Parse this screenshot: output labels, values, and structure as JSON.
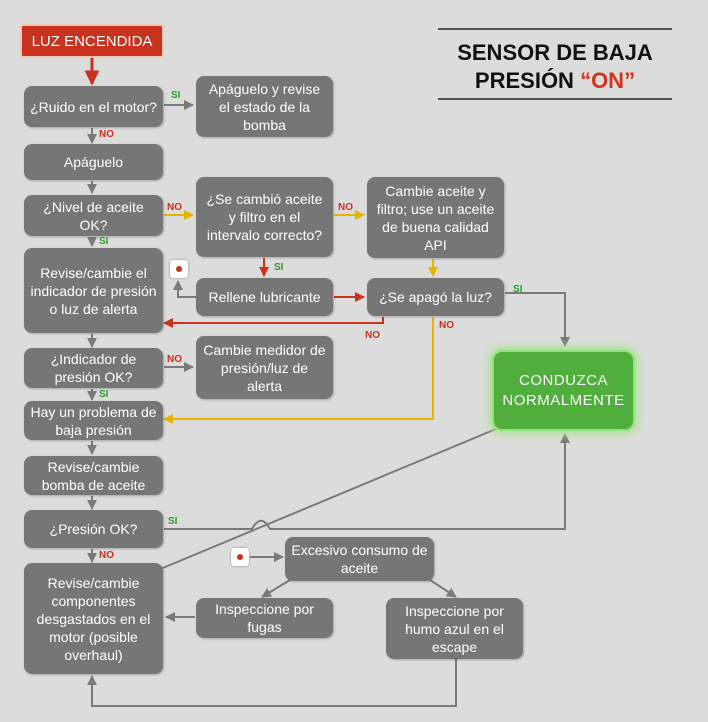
{
  "title": {
    "line1": "SENSOR DE BAJA",
    "line2_pre": "PRESIÓN ",
    "line2_on": "“ON”"
  },
  "nodes": {
    "start": "LUZ ENCENDIDA",
    "ruido": "¿Ruido en el motor?",
    "apaguelo_revise": "Apáguelo y revise el estado de la bomba",
    "apaguelo": "Apáguelo",
    "nivel": "¿Nivel de aceite OK?",
    "cambio": "¿Se cambió aceite y filtro en el intervalo correcto?",
    "cambie_aceite": "Cambie aceite y filtro; use un aceite de buena calidad API",
    "revise_indicador": "Revise/cambie el indicador de presión o luz de alerta",
    "rellene": "Rellene lubricante",
    "se_apago": "¿Se apagó la luz?",
    "indicador_ok": "¿Indicador de presión  OK?",
    "cambie_medidor": "Cambie medidor de presión/luz de alerta",
    "problema": "Hay un problema de baja presión",
    "revise_bomba": "Revise/cambie bomba de aceite",
    "presion_ok": "¿Presión OK?",
    "revise_componentes": "Revise/cambie componentes desgastados en el motor (posible overhaul)",
    "excesivo": "Excesivo consumo de aceite",
    "fugas": "Inspeccione por fugas",
    "humo": "Inspeccione por humo azul en el escape",
    "conduzca": "CONDUZCA NORMALMENTE"
  },
  "labels": {
    "si": "SI",
    "no": "NO"
  },
  "colors": {
    "background": "#dcdcdc",
    "box": "#767676",
    "start": "#c8321e",
    "end": "#4fae3c",
    "arrow_gray": "#7a7a7a",
    "arrow_red": "#c8321e",
    "arrow_yellow": "#e8b300",
    "si_text": "#2f9a2f",
    "no_text": "#c8321e"
  }
}
